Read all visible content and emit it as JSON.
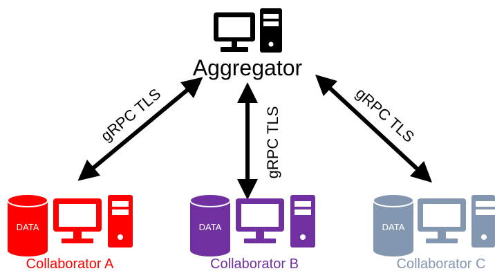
{
  "aggregator": {
    "label": "Aggregator",
    "icon": "desktop-computer-icon",
    "color": "#000000"
  },
  "connections": [
    {
      "target": "collaborator_a",
      "label": "gRPC TLS"
    },
    {
      "target": "collaborator_b",
      "label": "gRPC TLS"
    },
    {
      "target": "collaborator_c",
      "label": "gRPC TLS"
    }
  ],
  "collaborators": [
    {
      "id": "collaborator_a",
      "label": "Collaborator A",
      "data_label": "DATA",
      "color": "#ff0000",
      "icons": [
        "database-icon",
        "desktop-computer-icon"
      ]
    },
    {
      "id": "collaborator_b",
      "label": "Collaborator B",
      "data_label": "DATA",
      "color": "#7030a0",
      "icons": [
        "database-icon",
        "desktop-computer-icon"
      ]
    },
    {
      "id": "collaborator_c",
      "label": "Collaborator C",
      "data_label": "DATA",
      "color": "#8497b0",
      "icons": [
        "database-icon",
        "desktop-computer-icon"
      ]
    }
  ]
}
